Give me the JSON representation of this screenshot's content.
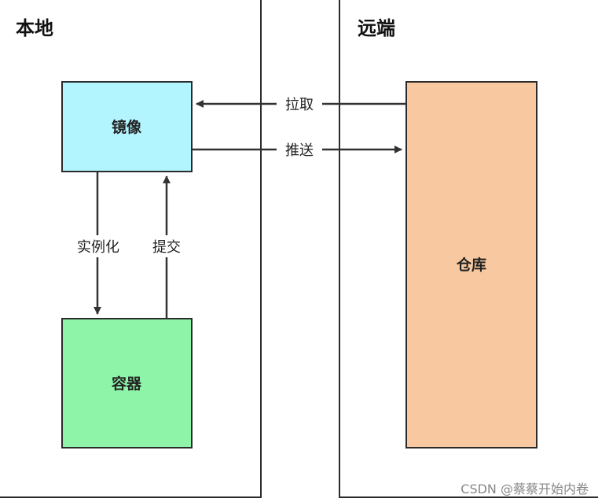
{
  "zones": {
    "local": {
      "title": "本地"
    },
    "remote": {
      "title": "远端"
    }
  },
  "nodes": {
    "image": {
      "label": "镜像",
      "color": "#b3f5ff"
    },
    "container": {
      "label": "容器",
      "color": "#8ef5a8"
    },
    "repository": {
      "label": "仓库",
      "color": "#f8c9a0"
    }
  },
  "edges": {
    "pull": {
      "label": "拉取"
    },
    "push": {
      "label": "推送"
    },
    "instantiate": {
      "label": "实例化"
    },
    "commit": {
      "label": "提交"
    }
  },
  "watermark": "CSDN @蔡蔡开始内卷",
  "colors": {
    "border": "#2b2b2b",
    "arrow": "#333333"
  }
}
